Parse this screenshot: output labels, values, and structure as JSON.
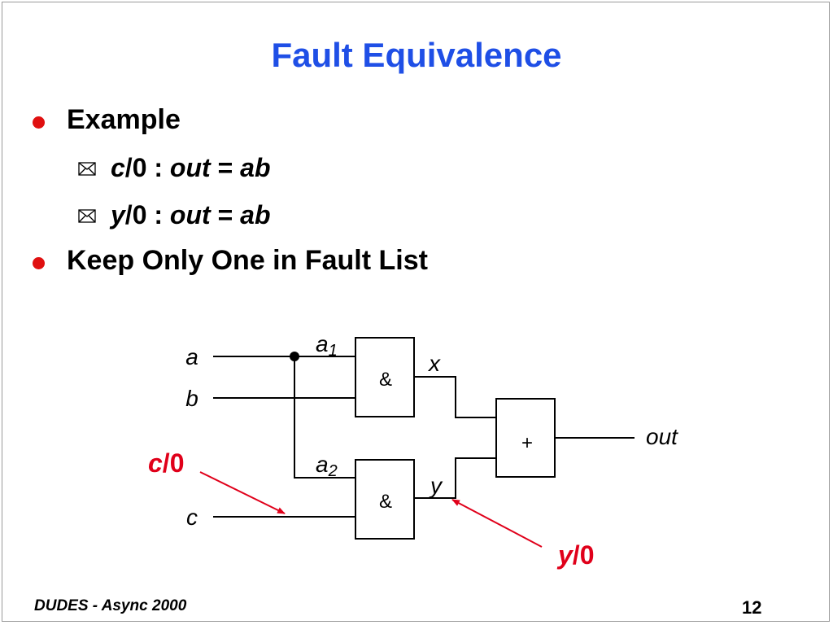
{
  "slide": {
    "title": "Fault Equivalence",
    "bullets": [
      {
        "text": "Example",
        "sub": [
          {
            "var": "c",
            "rest": "/0 : ",
            "expr_var": "out",
            "eq": " = ",
            "expr_val": "ab"
          },
          {
            "var": "y",
            "rest": "/0 : ",
            "expr_var": "out",
            "eq": " = ",
            "expr_val": "ab"
          }
        ]
      },
      {
        "text": "Keep Only One in Fault List"
      }
    ],
    "footer_left": "DUDES - Async 2000",
    "page_number": "12"
  },
  "circuit": {
    "inputs": {
      "a": "a",
      "b": "b",
      "c": "c"
    },
    "branches": {
      "a1_base": "a",
      "a1_sub": "1",
      "a2_base": "a",
      "a2_sub": "2"
    },
    "nets": {
      "x": "x",
      "y": "y",
      "out": "out"
    },
    "gates": {
      "and1": "&",
      "and2": "&",
      "or": "+"
    },
    "faults": {
      "c": {
        "var": "c",
        "value": "/0"
      },
      "y": {
        "var": "y",
        "value": "/0"
      }
    }
  },
  "colors": {
    "title": "#1f4fe6",
    "bullet": "#e01010",
    "fault": "#e0001a"
  },
  "icons": {
    "bullet": "red-dot-bullet",
    "sub_bullet": "envelope-icon"
  }
}
